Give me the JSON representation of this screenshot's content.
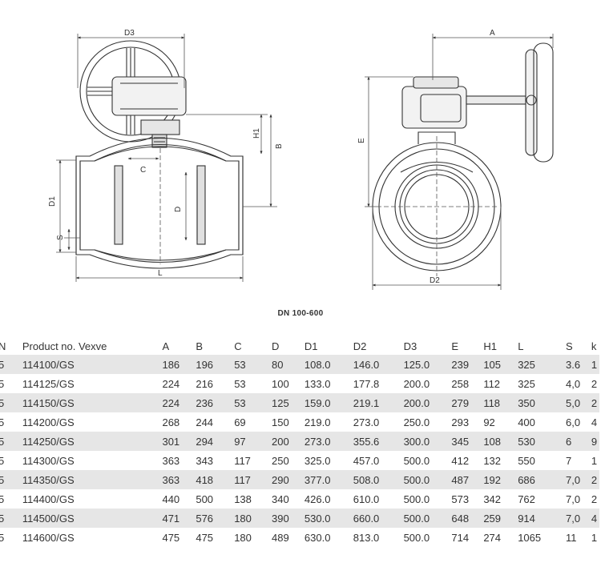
{
  "drawing": {
    "labels": {
      "d3": "D3",
      "a": "A",
      "h1": "H1",
      "b": "B",
      "c": "C",
      "e": "E",
      "d1": "D1",
      "d": "D",
      "s": "S",
      "l": "L",
      "d2": "D2"
    },
    "caption": "DN 100-600"
  },
  "table": {
    "columns": [
      "N",
      "Product no. Vexve",
      "A",
      "B",
      "C",
      "D",
      "D1",
      "D2",
      "D3",
      "E",
      "H1",
      "L",
      "S",
      "k"
    ],
    "rows": [
      [
        "5",
        "114100/GS",
        "186",
        "196",
        "53",
        "80",
        "108.0",
        "146.0",
        "125.0",
        "239",
        "105",
        "325",
        "3.6",
        "1"
      ],
      [
        "5",
        "114125/GS",
        "224",
        "216",
        "53",
        "100",
        "133.0",
        "177.8",
        "200.0",
        "258",
        "112",
        "325",
        "4,0",
        "2"
      ],
      [
        "5",
        "114150/GS",
        "224",
        "236",
        "53",
        "125",
        "159.0",
        "219.1",
        "200.0",
        "279",
        "118",
        "350",
        "5,0",
        "2"
      ],
      [
        "5",
        "114200/GS",
        "268",
        "244",
        "69",
        "150",
        "219.0",
        "273.0",
        "250.0",
        "293",
        "92",
        "400",
        "6,0",
        "4"
      ],
      [
        "5",
        "114250/GS",
        "301",
        "294",
        "97",
        "200",
        "273.0",
        "355.6",
        "300.0",
        "345",
        "108",
        "530",
        "6",
        "9"
      ],
      [
        "5",
        "114300/GS",
        "363",
        "343",
        "117",
        "250",
        "325.0",
        "457.0",
        "500.0",
        "412",
        "132",
        "550",
        "7",
        "1"
      ],
      [
        "5",
        "114350/GS",
        "363",
        "418",
        "117",
        "290",
        "377.0",
        "508.0",
        "500.0",
        "487",
        "192",
        "686",
        "7,0",
        "2"
      ],
      [
        "5",
        "114400/GS",
        "440",
        "500",
        "138",
        "340",
        "426.0",
        "610.0",
        "500.0",
        "573",
        "342",
        "762",
        "7,0",
        "2"
      ],
      [
        "5",
        "114500/GS",
        "471",
        "576",
        "180",
        "390",
        "530.0",
        "660.0",
        "500.0",
        "648",
        "259",
        "914",
        "7,0",
        "4"
      ],
      [
        "5",
        "114600/GS",
        "475",
        "475",
        "180",
        "489",
        "630.0",
        "813.0",
        "500.0",
        "714",
        "274",
        "1065",
        "11",
        "1"
      ]
    ]
  }
}
